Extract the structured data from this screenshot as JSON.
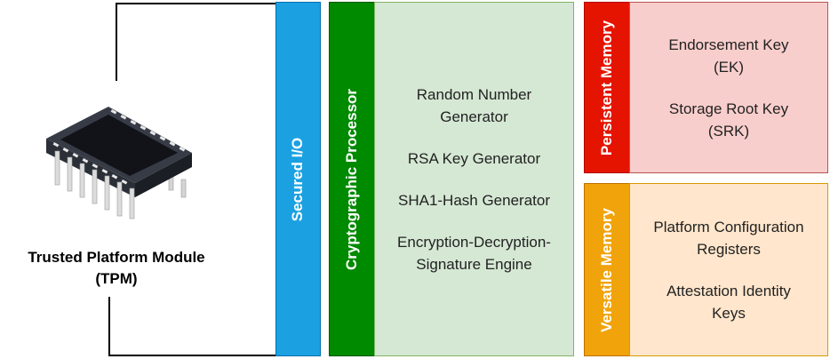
{
  "module": {
    "label_line1": "Trusted Platform Module",
    "label_line2": "(TPM)",
    "icon": "microchip-icon"
  },
  "secured_io": {
    "label": "Secured I/O",
    "color": "#1BA1E2"
  },
  "crypto_processor": {
    "label": "Cryptographic Processor",
    "band_color": "#008A00",
    "panel_color": "#D5E8D4",
    "items": [
      "Random Number Generator",
      "RSA Key Generator",
      "SHA1-Hash Generator",
      "Encryption-Decryption-Signature Engine"
    ]
  },
  "persistent_memory": {
    "label": "Persistent Memory",
    "band_color": "#E51400",
    "panel_color": "#F8CECC",
    "items": [
      "Endorsement Key (EK)",
      "Storage Root Key (SRK)"
    ]
  },
  "versatile_memory": {
    "label": "Versatile Memory",
    "band_color": "#F0A30A",
    "panel_color": "#FFE6CC",
    "items": [
      "Platform Configuration Registers",
      "Attestation Identity Keys"
    ]
  }
}
